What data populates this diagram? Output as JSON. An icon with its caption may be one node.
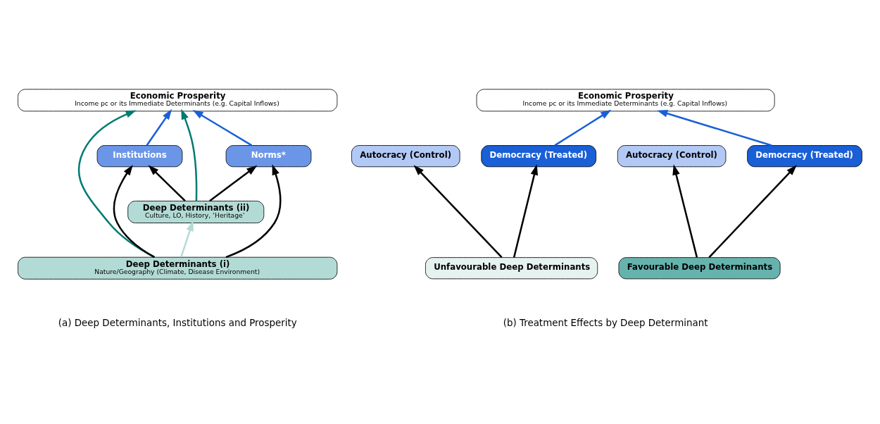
{
  "diagram": {
    "nodes": [
      {
        "text": [
          "Economic Prosperity",
          "Income pc or its Immediate Determinants (e.g. Capital Inflows)"
        ]
      },
      {
        "text": [
          "Institutions"
        ]
      },
      {
        "text": [
          "Norms*"
        ]
      },
      {
        "text": [
          "Deep Determinants (ii)",
          "Culture, LO, History, ‘Heritage’"
        ]
      },
      {
        "text": [
          "Deep Determinants (i)",
          "Nature/Geography (Climate, Disease Environment)"
        ]
      },
      {
        "text": [
          "Economic Prosperity",
          "Income pc or its Immediate Determinants (e.g. Capital Inflows)"
        ]
      },
      {
        "text": [
          "Autocracy (Control)"
        ]
      },
      {
        "text": [
          "Democracy (Treated)"
        ]
      },
      {
        "text": [
          "Autocracy (Control)"
        ]
      },
      {
        "text": [
          "Democracy (Treated)"
        ]
      },
      {
        "text": [
          "Unfavourable Deep Determinants"
        ]
      },
      {
        "text": [
          "Favourable Deep Determinants"
        ]
      }
    ],
    "edges": [
      {
        "from": 1,
        "to": 0,
        "arrow": "to",
        "color": "#1a5fd6"
      },
      {
        "from": 3,
        "to": 0,
        "arrow": "to",
        "color": "#007a73"
      },
      {
        "from": 2,
        "to": 0,
        "arrow": "to",
        "color": "#1a5fd6"
      },
      {
        "from": 4,
        "to": 0,
        "arrow": "to",
        "color": "#007a73"
      },
      {
        "from": 4,
        "to": 1,
        "arrow": "to"
      },
      {
        "from": 3,
        "to": 1,
        "arrow": "to"
      },
      {
        "from": 3,
        "to": 2,
        "arrow": "to"
      },
      {
        "from": 4,
        "to": 2,
        "arrow": "to"
      },
      {
        "from": 4,
        "to": 3,
        "arrow": "to",
        "color": "#b3dbd6"
      },
      {
        "from": 7,
        "to": 5,
        "arrow": "to",
        "color": "#1a5fd6"
      },
      {
        "from": 9,
        "to": 5,
        "arrow": "to",
        "color": "#1a5fd6"
      },
      {
        "from": 10,
        "to": 6,
        "arrow": "to"
      },
      {
        "from": 10,
        "to": 7,
        "arrow": "to"
      },
      {
        "from": 11,
        "to": 8,
        "arrow": "to"
      },
      {
        "from": 11,
        "to": 9,
        "arrow": "to"
      }
    ],
    "labels": [
      "(a) Deep Determinants, Institutions and Prosperity",
      "(b) Treatment Effects by Deep Determinant"
    ]
  }
}
